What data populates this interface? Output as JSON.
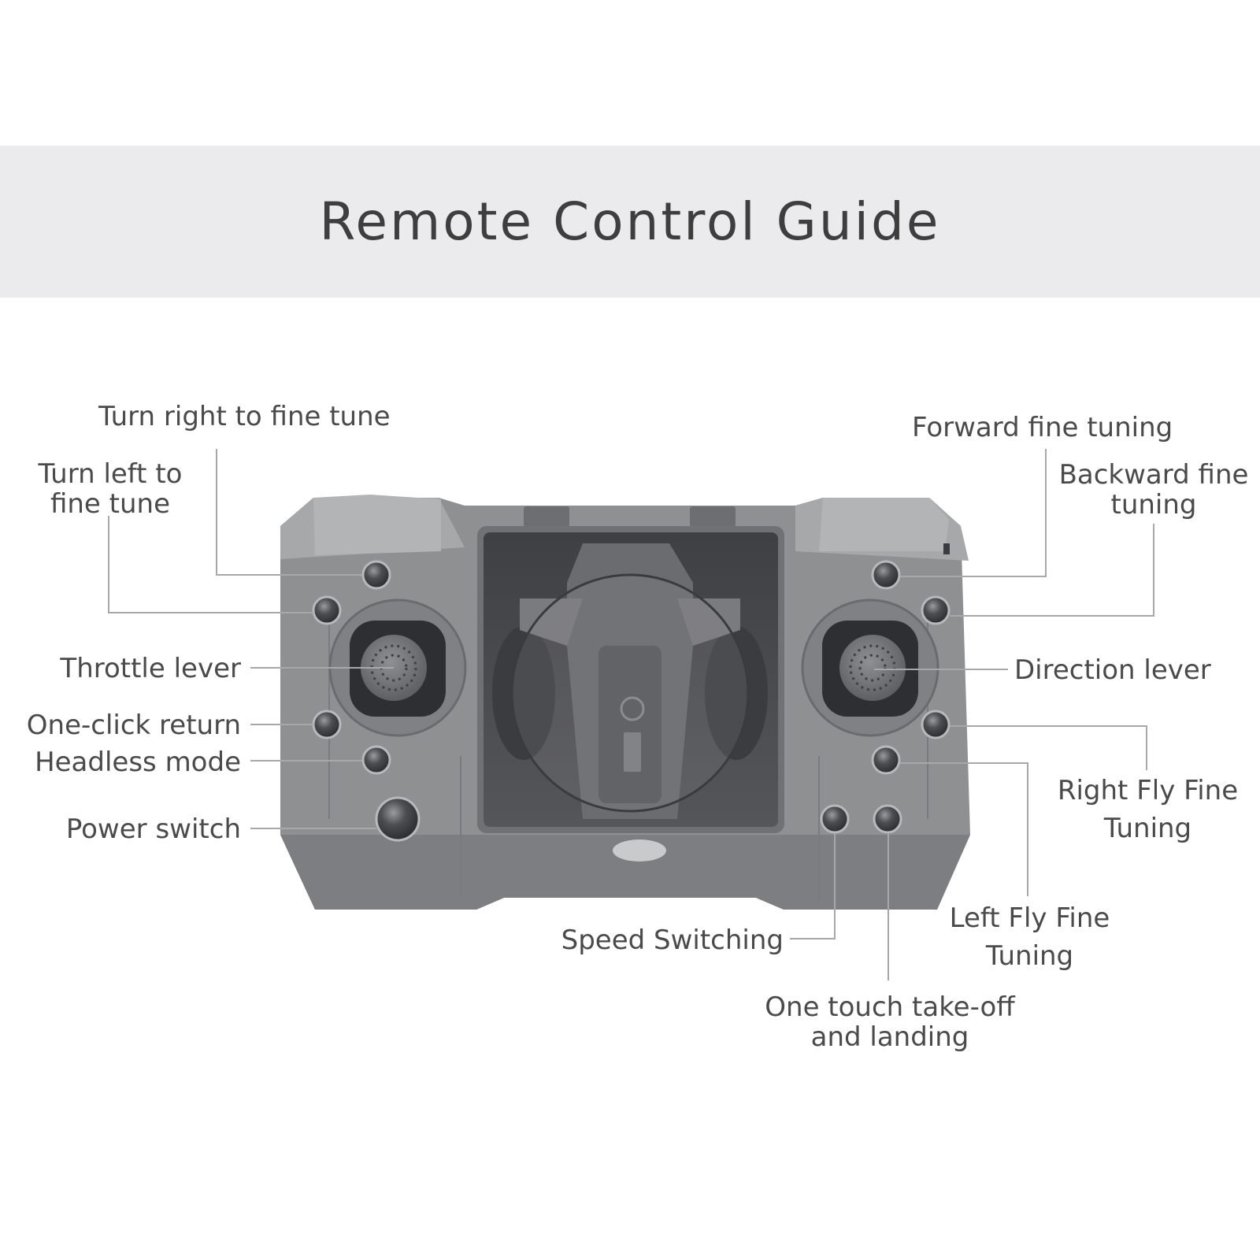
{
  "title": "Remote Control Guide",
  "labels": {
    "turn_right": "Turn right to fine tune",
    "turn_left_l1": "Turn left to",
    "turn_left_l2": "fine tune",
    "throttle": "Throttle lever",
    "one_click_return": "One-click return",
    "headless": "Headless mode",
    "power": "Power switch",
    "forward": "Forward fine tuning",
    "backward_l1": "Backward fine",
    "backward_l2": "tuning",
    "direction": "Direction lever",
    "right_fly_l1": "Right Fly Fine",
    "right_fly_l2": "Tuning",
    "left_fly_l1": "Left Fly Fine",
    "left_fly_l2": "Tuning",
    "speed": "Speed Switching",
    "takeoff_l1": "One touch take-off",
    "takeoff_l2": "and landing"
  },
  "colors": {
    "body": "#8e8f91",
    "body_dark": "#6f7073",
    "window": "#4a4b4e",
    "leader_line": "#a8a8a8",
    "text": "#4a4a4a"
  }
}
